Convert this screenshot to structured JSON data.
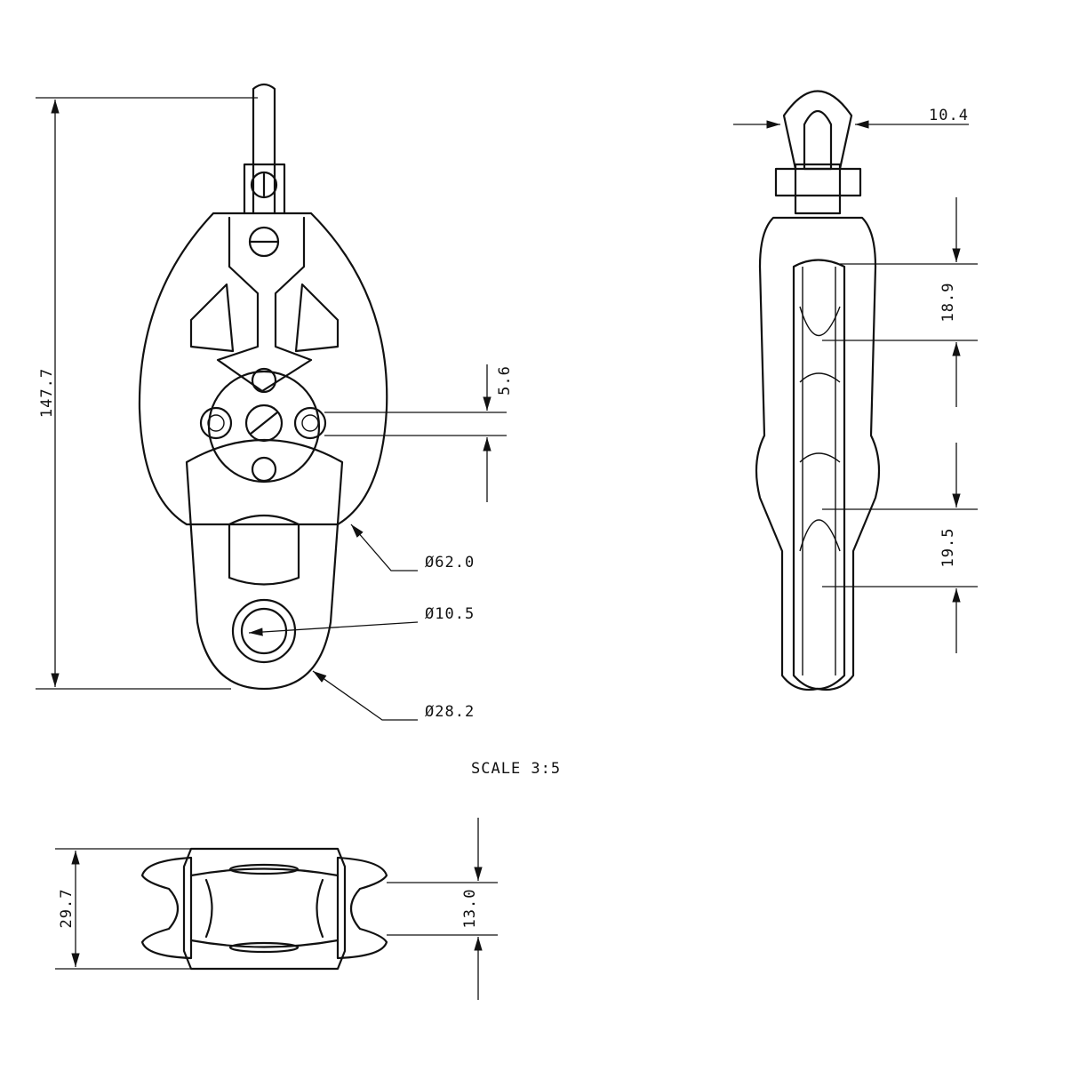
{
  "drawing": {
    "scale_label": "SCALE  3:5",
    "front_view": {
      "overall_height": "147.7",
      "pin_offset": "5.6",
      "sheave_diameter": "Ø62.0",
      "bore_diameter": "Ø10.5",
      "head_diameter": "Ø28.2"
    },
    "side_view": {
      "shackle_width": "10.4",
      "upper_groove": "18.9",
      "lower_groove": "19.5"
    },
    "bottom_view": {
      "overall_width": "29.7",
      "groove_width": "13.0"
    }
  }
}
